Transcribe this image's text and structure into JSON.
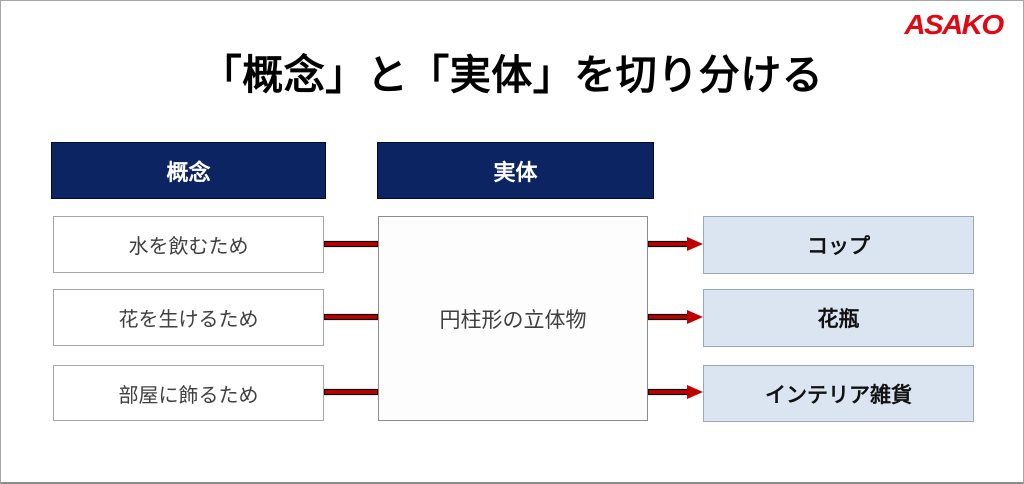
{
  "logo": {
    "text": "ASAKO",
    "color": "#e30613"
  },
  "title": "「概念」と「実体」を切り分ける",
  "columns": {
    "concept": {
      "header": "概念",
      "items": [
        "水を飲むため",
        "花を生けるため",
        "部屋に飾るため"
      ]
    },
    "entity": {
      "header": "実体",
      "center": "円柱形の立体物",
      "results": [
        "コップ",
        "花瓶",
        "インテリア雑貨"
      ]
    }
  },
  "colors": {
    "header_bg": "#0c2461",
    "header_text": "#ffffff",
    "result_bg": "#dbe5f1",
    "result_border": "#98a9bd",
    "box_border": "#a6a6a6",
    "arrow_red": "#c00000",
    "logo_red": "#e30613",
    "title_text": "#000000",
    "body_text": "#3f3f3f"
  }
}
